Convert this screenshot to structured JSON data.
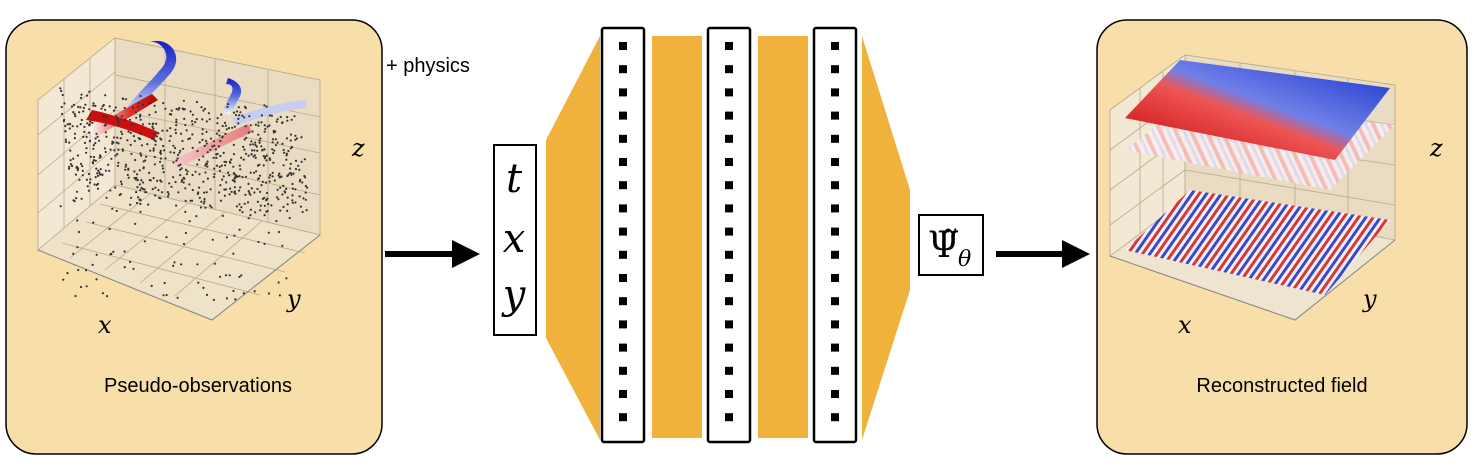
{
  "left_panel": {
    "caption": "Pseudo-observations",
    "axis_x": "x",
    "axis_y": "y",
    "axis_z": "z"
  },
  "physics_label": "+ physics",
  "network": {
    "inputs": [
      "t",
      "x",
      "y"
    ],
    "output": "Ψ̃",
    "output_subscript": "θ",
    "hidden_layers": 3,
    "neurons_per_layer": 17,
    "fill_color": "#f0b13d"
  },
  "right_panel": {
    "caption": "Reconstructed field",
    "axis_x": "x",
    "axis_y": "y",
    "axis_z": "z"
  },
  "colors": {
    "panel_bg": "#f8dea9",
    "positive": "#cc1111",
    "negative": "#1133cc"
  }
}
